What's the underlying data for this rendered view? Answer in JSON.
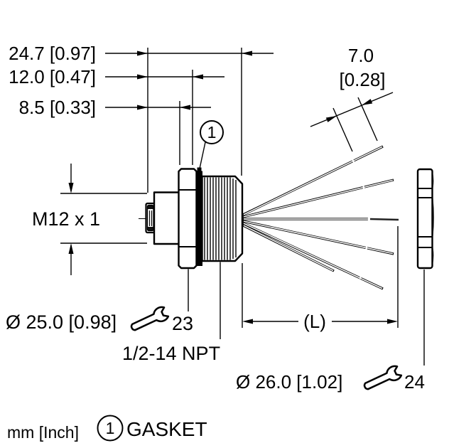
{
  "labels": {
    "dim_overall": "24.7 [0.97]",
    "dim_mid": "12.0 [0.47]",
    "dim_front": "8.5 [0.33]",
    "dim_wire_value": "7.0",
    "dim_wire_inch": "[0.28]",
    "front_thread": "M12 x 1",
    "front_diameter": "Ø 25.0 [0.98]",
    "front_wrench_size": "23",
    "rear_thread": "1/2-14 NPT",
    "cable_length": "(L)",
    "nut_diameter": "Ø 26.0 [1.02]",
    "nut_wrench_size": "24",
    "units_note": "mm [Inch]",
    "callout_number": "1",
    "legend_number": "1",
    "legend_label": "GASKET"
  },
  "colors": {
    "line": "#000000",
    "background": "#ffffff",
    "gasket_fill": "#000000"
  }
}
